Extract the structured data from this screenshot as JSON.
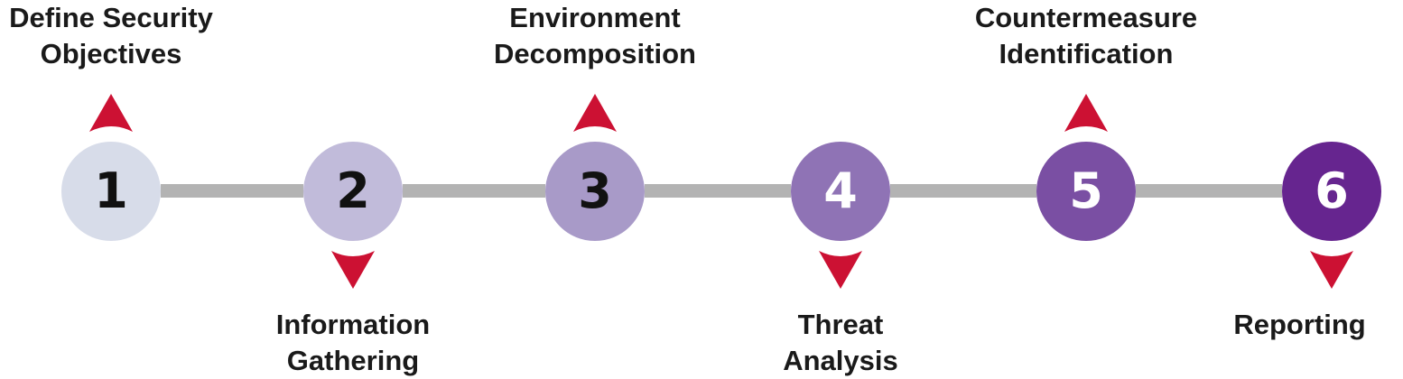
{
  "steps": [
    {
      "number": "1",
      "label_lines": [
        "Define Security",
        "Objectives"
      ],
      "label_side": "top",
      "fill": "#d7dce9",
      "number_color": "#111111"
    },
    {
      "number": "2",
      "label_lines": [
        "Information",
        "Gathering"
      ],
      "label_side": "bottom",
      "fill": "#c1bbda",
      "number_color": "#111111"
    },
    {
      "number": "3",
      "label_lines": [
        "Environment",
        "Decomposition"
      ],
      "label_side": "top",
      "fill": "#a89ac8",
      "number_color": "#111111"
    },
    {
      "number": "4",
      "label_lines": [
        "Threat",
        "Analysis"
      ],
      "label_side": "bottom",
      "fill": "#8f73b5",
      "number_color": "#ffffff"
    },
    {
      "number": "5",
      "label_lines": [
        "Countermeasure",
        "Identification"
      ],
      "label_side": "top",
      "fill": "#7a4fa3",
      "number_color": "#ffffff"
    },
    {
      "number": "6",
      "label_lines": [
        "Reporting"
      ],
      "label_side": "bottom",
      "fill": "#66258f",
      "number_color": "#ffffff"
    }
  ],
  "colors": {
    "connector": "#b3b3b3",
    "marker": "#cc1133"
  },
  "icons": {
    "up_marker": "arrow-up-icon",
    "down_marker": "arrow-down-icon"
  }
}
